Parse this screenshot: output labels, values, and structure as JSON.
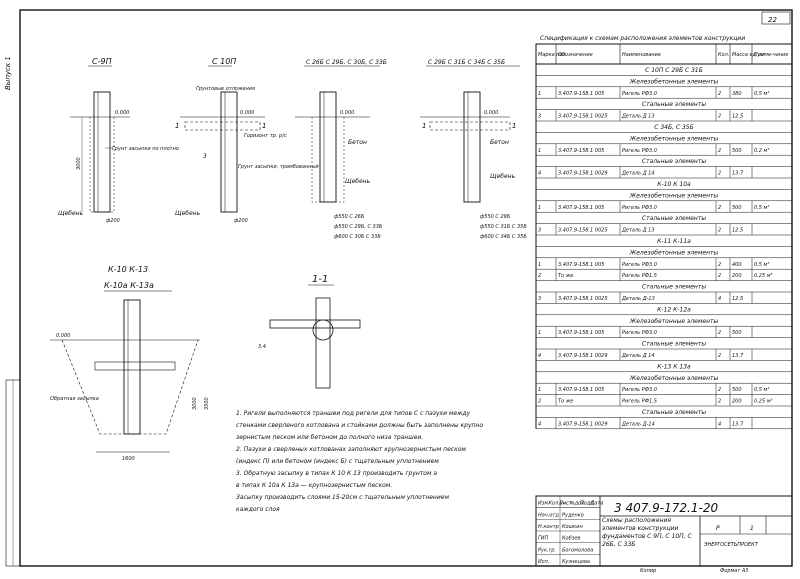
{
  "sheet": {
    "page_number": "22",
    "side_label": "Выпуск 1",
    "doc_code": "3 407.9-172.1-20",
    "title": "Схемы расположения элементов конструкции фундаментов С 9П, С 10П, С 26Б, С 33Б",
    "stage": "Р",
    "sheet_no": "1",
    "org": "ЭНЕРГОСЕТЬПРОЕКТ",
    "copy_label": "Копир",
    "format_label": "Формат А3"
  },
  "drawings": {
    "c9p": {
      "title": "С-9П",
      "label_sand": "Грунт засыпки по плотно",
      "label_gravel": "Щебень",
      "dim_diam": "ф200",
      "dim_depth": "3000",
      "dim_top": "0.000"
    },
    "c10p": {
      "title": "С 10П",
      "label_soil": "Грунтовые отложения",
      "label_mark": "Грунт засыпки, трамбованный",
      "label_base": "Щебень",
      "label_gravel2": "Горизонт тр. р/с",
      "dim_diam": "ф200",
      "dim_top": "0.000"
    },
    "c26b": {
      "title": "С 26Б  С 29Б, С 30Б, С 33Б",
      "label_concrete": "Бетон",
      "label_gravel": "Щебень",
      "dims": [
        "ф550  С 26Б",
        "ф550  С 29Б, С 33Б",
        "ф600  С 30Б  С 33Б"
      ],
      "dim_top": "0.000"
    },
    "c29b": {
      "title": "С 29Б  С 31Б  С 34Б  С 35Б",
      "label_concrete": "Бетон",
      "label_gravel": "Щебень",
      "dims": [
        "ф550  С 29Б",
        "ф550  С 31Б  С 35Б",
        "ф600  С 34Б  С 35Б"
      ],
      "dim_top": "0.000"
    },
    "k10": {
      "title1": "К-10   К-13",
      "title2": "К-10а  К-13а",
      "label_fill": "Обратная засыпка",
      "dim_width": "1600",
      "dim_top": "0.000",
      "dims_v": [
        "3500",
        "3000"
      ]
    },
    "section": {
      "title": "1-1",
      "label": "3.4"
    }
  },
  "notes": [
    "1. Ригели выполняются траншеи под ригели для типов С с пазухи между",
    "стенками сверленого котлована и стойками должны быть заполнены крупно",
    "зернистым песком или бетоном до полного низа траншеи.",
    "2. Пазухи в сверленых котлованах заполняют крупнозернистым песком",
    "(индекс П) или бетоном (индекс Б) с тщательным уплотнением",
    "3. Обратную засыпку в типах К 10  К 13 производить грунтом а",
    "в типах К 10а  К 13а — крупнозернистым песком.",
    "Засыпку производить слоями 15-20см с тщательным уплотнением",
    "каждого слоя"
  ],
  "spec": {
    "title": "Спецификация к схемам расположения элементов конструкции",
    "headers": [
      "Марка поз.",
      "Обозначение",
      "Наименование",
      "Кол.",
      "Масса ед. кг",
      "Приме-чание"
    ],
    "groups": [
      {
        "heading": "С 10П  С 29Б  С 31Б",
        "sub": "Железобетонные элементы",
        "rows": [
          [
            "1",
            "3.407.9-158.1 005",
            "Ригель РФ3.0",
            "2",
            "380",
            "0.5 м³"
          ]
        ],
        "sub2": "Стальные элементы",
        "rows2": [
          [
            "3",
            "3.407.9-158.1 0025",
            "Деталь Д 13",
            "2",
            "12.5",
            ""
          ]
        ]
      },
      {
        "heading": "С 34Б, С 35Б",
        "sub": "Железобетонные элементы",
        "rows": [
          [
            "1",
            "3.407.9-158.1 005",
            "Ригель РФ3.0",
            "2",
            "500",
            "0.2 м³"
          ]
        ],
        "sub2": "Стальные элементы",
        "rows2": [
          [
            "4",
            "3.407.9-158.1 0029",
            "Деталь Д 14",
            "2",
            "13.7",
            ""
          ]
        ]
      },
      {
        "heading": "К-10  К 10а",
        "sub": "Железобетонные элементы",
        "rows": [
          [
            "1",
            "3.407.9-158.1 005",
            "Ригель РФ3.0",
            "2",
            "500",
            "0.5 м³"
          ]
        ],
        "sub2": "Стальные элементы",
        "rows2": [
          [
            "3",
            "3.407.9-158.1 0025",
            "Деталь Д 13",
            "2",
            "12.5",
            ""
          ]
        ]
      },
      {
        "heading": "К-11  К-11а",
        "sub": "Железобетонные элементы",
        "rows": [
          [
            "1",
            "3.407.9-158.1 005",
            "Ригель РФ3.0",
            "2",
            "400",
            "0.5 м³"
          ],
          [
            "2",
            "То же",
            "Ригель РФ1.5",
            "2",
            "200",
            "0.25 м³"
          ]
        ],
        "sub2": "Стальные элементы",
        "rows2": [
          [
            "3",
            "3.407.9-158.1 0025",
            "Деталь Д-13",
            "4",
            "12.5",
            ""
          ]
        ]
      },
      {
        "heading": "К-12  К-12а",
        "sub": "Железобетонные элементы",
        "rows": [
          [
            "1",
            "3.407.9-158.1 005",
            "Ригель РФ3.0",
            "2",
            "500",
            ""
          ]
        ],
        "sub2": "Стальные элементы",
        "rows2": [
          [
            "4",
            "3.407.9-158.1 0029",
            "Деталь Д 14",
            "2",
            "13.7",
            ""
          ]
        ]
      },
      {
        "heading": "К-13  К 13а",
        "sub": "Железобетонные элементы",
        "rows": [
          [
            "1",
            "3.407.9-158.1 005",
            "Ригель РФ3.0",
            "2",
            "500",
            "0.5 м³"
          ],
          [
            "2",
            "То же",
            "Ригель РФ1.5",
            "2",
            "200",
            "0.25 м³"
          ]
        ],
        "sub2": "Стальные элементы",
        "rows2": [
          [
            "4",
            "3.407.9-158.1 0029",
            "Деталь Д-14",
            "4",
            "13.7",
            ""
          ]
        ]
      }
    ]
  },
  "stamp": {
    "rows": [
      [
        "Нач.отд",
        "Руденко"
      ],
      [
        "Н.контр",
        "Кошкин"
      ],
      [
        "ГИП",
        "Кобзев"
      ],
      [
        "Рук.гр.",
        "Богомолова"
      ],
      [
        "Исп.",
        "Кузнецова"
      ]
    ],
    "cols": [
      "Изм.",
      "Кол.уч",
      "Лист",
      "№док",
      "Подп.",
      "Дата"
    ]
  }
}
